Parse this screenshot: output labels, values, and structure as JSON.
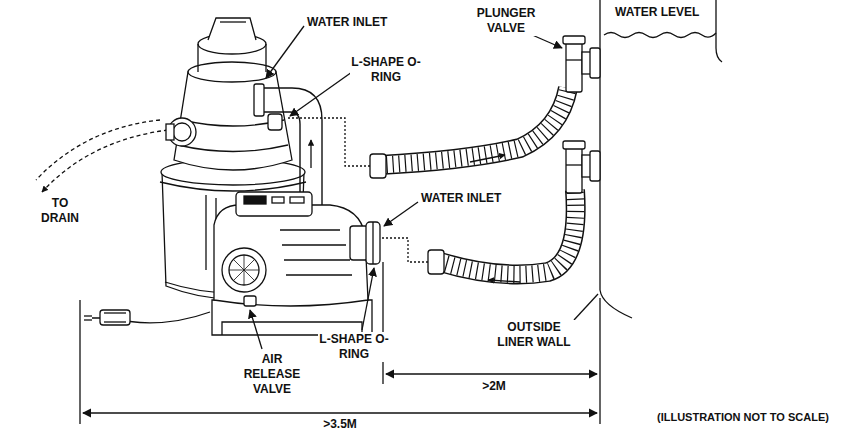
{
  "diagram": {
    "labels": [
      "WATER INLET",
      "L-SHAPE O-RING",
      "PLUNGER VALVE",
      "WATER LEVEL",
      "TO DRAIN",
      "WATER INLET",
      "AIR RELEASE VALVE",
      "L-SHAPE O-RING",
      "OUTSIDE LINER WALL",
      ">2M",
      ">3.5M",
      "(ILLUSTRATION NOT TO SCALE)"
    ]
  }
}
